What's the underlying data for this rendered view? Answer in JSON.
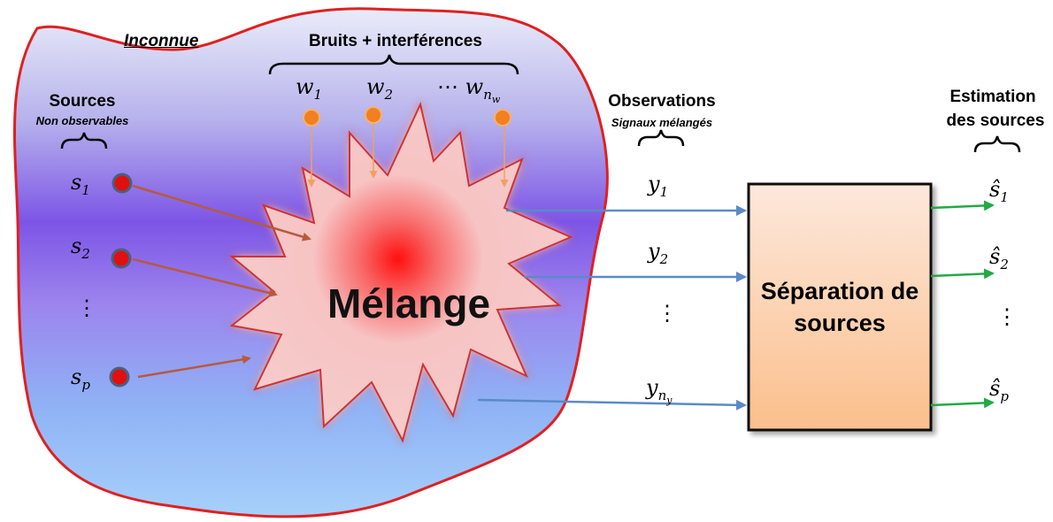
{
  "labels": {
    "unknown": "Inconnue",
    "noise_title": "Bruits + interférences",
    "sources_title": "Sources",
    "sources_subtitle": "Non observables",
    "observations_title": "Observations",
    "observations_subtitle": "Signaux mélangés",
    "estimation_line1": "Estimation",
    "estimation_line2": "des sources",
    "mixing": "Mélange",
    "separation_line1": "Séparation de",
    "separation_line2": "sources"
  },
  "symbols": {
    "source_base": "s",
    "source_subs": [
      "1",
      "2",
      "p"
    ],
    "noise_base": "w",
    "noise_subs": [
      "1",
      "2"
    ],
    "noise_last_sub": "n",
    "noise_last_subsub": "w",
    "noise_ellipsis": "⋯",
    "obs_base": "y",
    "obs_subs": [
      "1",
      "2"
    ],
    "obs_last_sub": "n",
    "obs_last_subsub": "y",
    "est_base": "ŝ",
    "est_subs": [
      "1",
      "2",
      "p"
    ],
    "vertical_ellipsis": "⋮"
  },
  "colors": {
    "blob_border": "#e02020",
    "source_dot": "#e01010",
    "noise_dot": "#f08020",
    "input_arrow": "#b85a3c",
    "noise_arrow": "#f0a060",
    "output_arrow": "#5a8ac8",
    "estimate_arrow": "#22aa44",
    "box_top": "#fde8dc",
    "box_bottom": "#fbbf8c"
  }
}
